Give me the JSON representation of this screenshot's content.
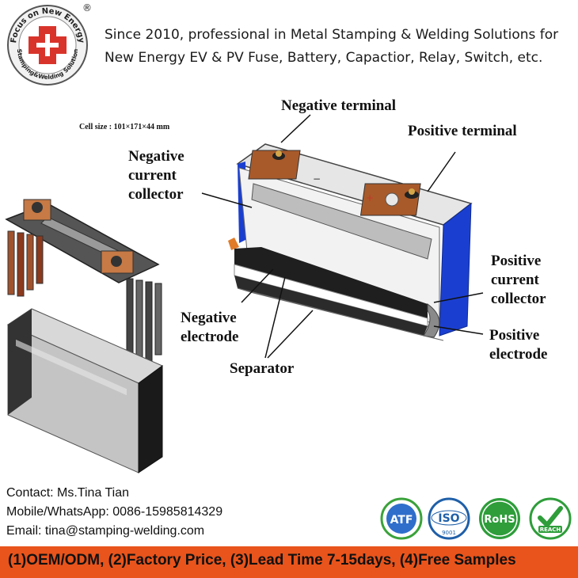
{
  "header": {
    "logo": {
      "ring_text": "Focus on New Energy",
      "bottom_text": "Stamping&Welding Solution",
      "registered_mark": "®"
    },
    "tagline_line1": "Since 2010, professional in Metal Stamping & Welding Solutions for",
    "tagline_line2": "New Energy EV & PV Fuse, Battery, Capactior, Relay, Switch, etc."
  },
  "diagram": {
    "cell_size": "Cell size : 101×171×44 mm",
    "labels": {
      "negative_terminal": "Negative terminal",
      "positive_terminal": "Positive terminal",
      "negative_current_collector": [
        "Negative",
        "current",
        "collector"
      ],
      "positive_current_collector": [
        "Positive",
        "current",
        "collector"
      ],
      "negative_electrode": [
        "Negative",
        "electrode"
      ],
      "positive_electrode": [
        "Positive",
        "electrode"
      ],
      "separator": "Separator"
    }
  },
  "contact": {
    "name": "Contact: Ms.Tina Tian",
    "phone": "Mobile/WhatsApp: 0086-15985814329",
    "email": "Email: tina@stamping-welding.com"
  },
  "certifications": {
    "iatf": "ATF",
    "iso": "ISO",
    "iso_sub": "9001",
    "rohs": "RoHS",
    "reach": "REACH"
  },
  "banner": {
    "text": "(1)OEM/ODM, (2)Factory Price, (3)Lead Time 7-15days, (4)Free Samples"
  },
  "colors": {
    "banner": "#e8541c",
    "logo_cross": "#d9342b",
    "battery_blue": "#1a3fd0",
    "copper": "#b06a3a"
  }
}
